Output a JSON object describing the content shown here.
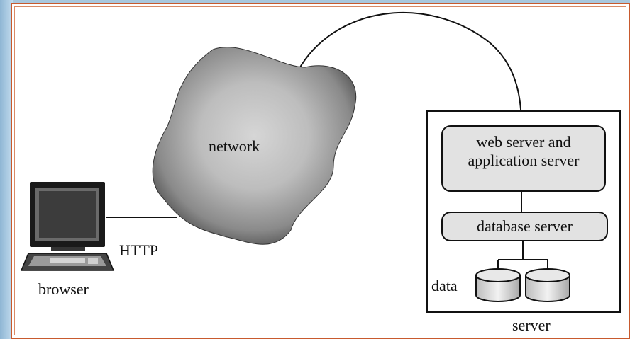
{
  "diagram": {
    "nodes": {
      "network": "network",
      "browser": "browser",
      "protocol": "HTTP",
      "web_app_server": "web server and application server",
      "database_server": "database server",
      "data": "data",
      "server": "server"
    }
  },
  "colors": {
    "frame_border": "#c85a2e",
    "slide_background": "#a9c8de",
    "box_fill": "#e2e2e2",
    "cloud_dark": "#4a4a4a",
    "cloud_light": "#d6d6d6"
  }
}
